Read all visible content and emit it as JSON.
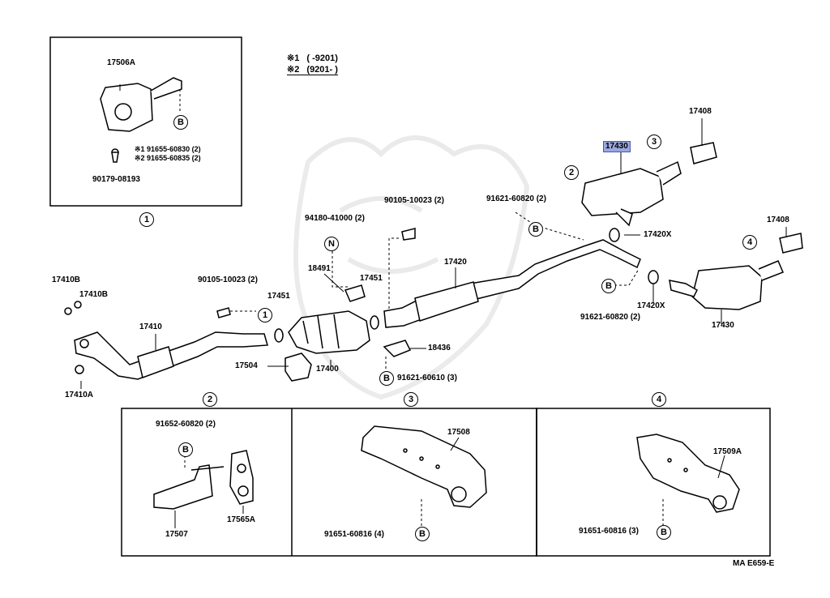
{
  "legend": {
    "note1_mark": "※1",
    "note1_text": "( -9201)",
    "note2_mark": "※2",
    "note2_text": "(9201- )"
  },
  "inset1": {
    "part_17506A": "17506A",
    "bolt_1": "※1 91655-60830 (2)",
    "bolt_2": "※2 91655-60835 (2)",
    "part_90179": "90179-08193",
    "index": "1"
  },
  "main": {
    "p17408_top": "17408",
    "p17430_top": "17430",
    "p17408_right": "17408",
    "p17430_right": "17430",
    "p17420X_top": "17420X",
    "p17420X_bottom": "17420X",
    "p91621_top": "91621-60820 (2)",
    "p91621_bottom": "91621-60820 (2)",
    "p90105_top": "90105-10023 (2)",
    "p94180": "94180-41000 (2)",
    "p17420": "17420",
    "p18491": "18491",
    "p17451_a": "17451",
    "p17451_b": "17451",
    "p90105_left": "90105-10023 (2)",
    "p17410B_1": "17410B",
    "p17410B_2": "17410B",
    "p17410": "17410",
    "p17410A": "17410A",
    "p17504": "17504",
    "p17400": "17400",
    "p18436": "18436",
    "p91621_mid": "91621-60610 (3)",
    "callout_2": "2",
    "callout_3": "3",
    "callout_4": "4",
    "callout_1": "1"
  },
  "panel2": {
    "index": "2",
    "bolt": "91652-60820 (2)",
    "part_17507": "17507",
    "part_17565A": "17565A"
  },
  "panel3": {
    "index": "3",
    "part_17508": "17508",
    "bolt": "91651-60816 (4)"
  },
  "panel4": {
    "index": "4",
    "part_17509A": "17509A",
    "bolt": "91651-60816 (3)"
  },
  "footer": {
    "code": "MA E659-E"
  },
  "marks": {
    "B": "B",
    "N": "N",
    "one": "1"
  },
  "colors": {
    "highlight": "#9aa7e0"
  }
}
